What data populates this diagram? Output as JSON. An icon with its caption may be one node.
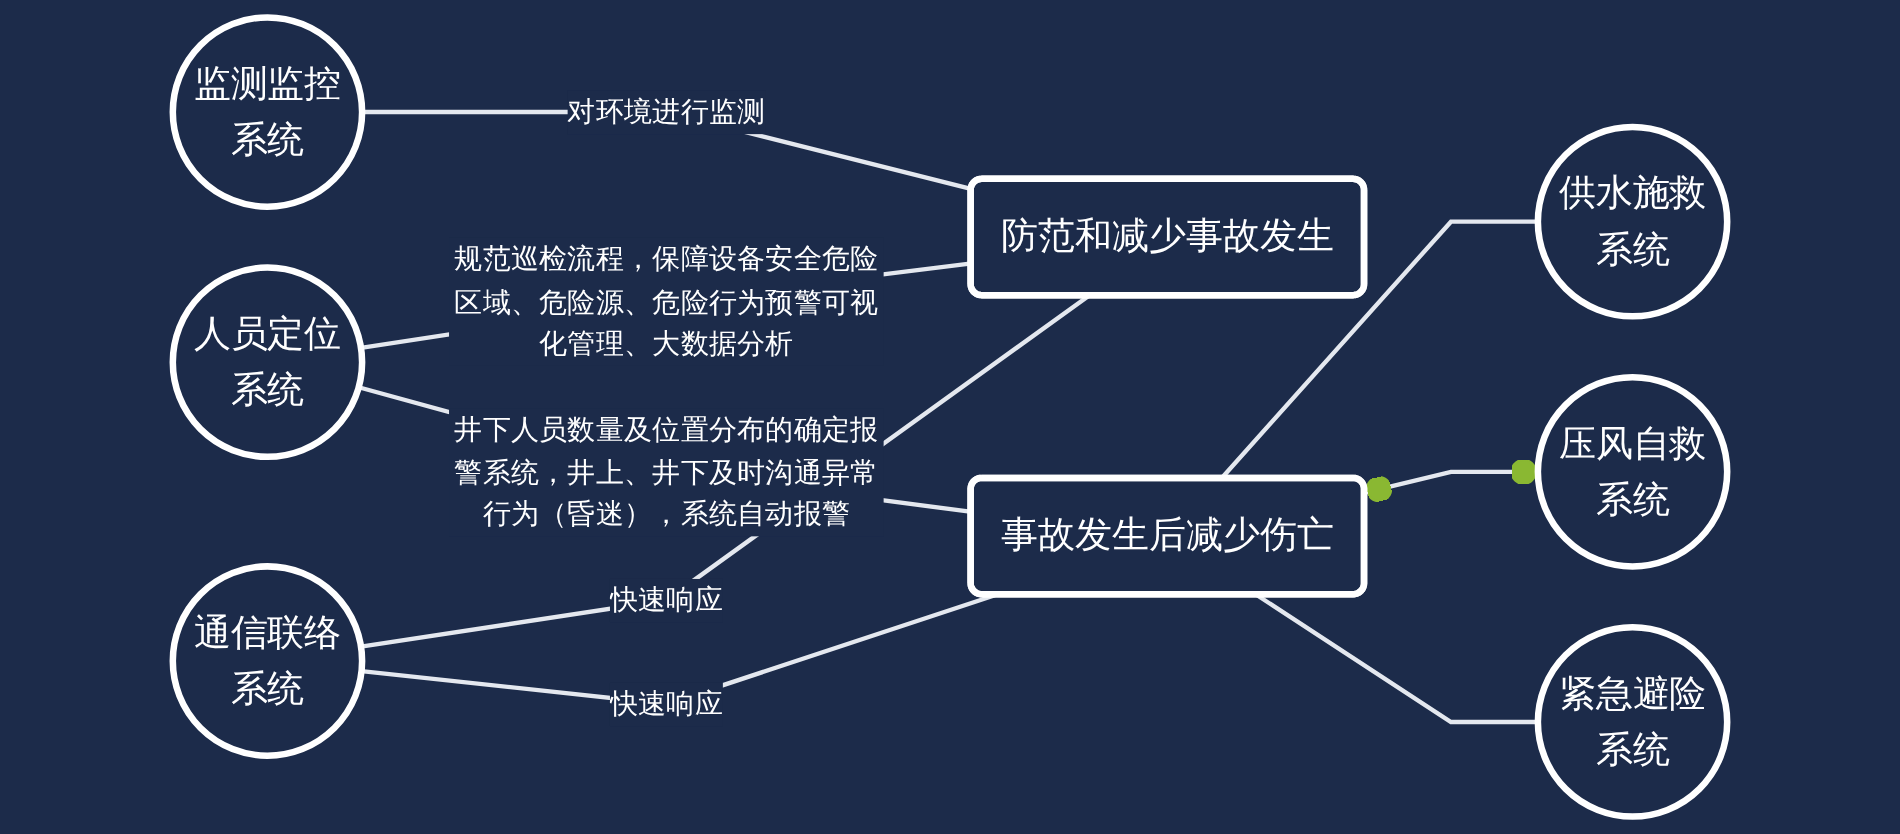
{
  "diagram": {
    "nodes": [
      {
        "text": [
          "人员定位系统"
        ]
      },
      {
        "text": [
          "供水施救系统"
        ]
      },
      {
        "text": [
          "监测监控系统"
        ]
      },
      {
        "text": [
          "防范和减少事故发生"
        ]
      },
      {
        "text": [
          "事故发生后减少伤亡"
        ]
      },
      {
        "text": [
          "压风自救系统"
        ]
      },
      {
        "text": [
          "通信联络系统"
        ]
      },
      {
        "text": [
          "紧急避险系统"
        ]
      }
    ],
    "edges": [
      {
        "from": 0,
        "to": 3,
        "arrow": "none",
        "label": "规范巡检流程，保障设备安全危险区域、危险源、危险行为预警可视化管理、大数据分析"
      },
      {
        "from": 0,
        "to": 4,
        "arrow": "none",
        "label": "井下人员数量及位置分布的确定报警系统，井上、井下及时沟通异常行为（昏迷），系统自动报警"
      },
      {
        "from": 2,
        "to": 3,
        "arrow": "none",
        "label": "对环境进行监测"
      },
      {
        "from": 6,
        "to": 3,
        "arrow": "none",
        "label": "快速响应"
      },
      {
        "from": 6,
        "to": 4,
        "arrow": "none",
        "label": "快速响应"
      },
      {
        "from": 4,
        "to": 1,
        "arrow": "none"
      },
      {
        "from": 4,
        "to": 5,
        "arrow": "other"
      },
      {
        "from": 4,
        "to": 7,
        "arrow": "none"
      }
    ]
  }
}
